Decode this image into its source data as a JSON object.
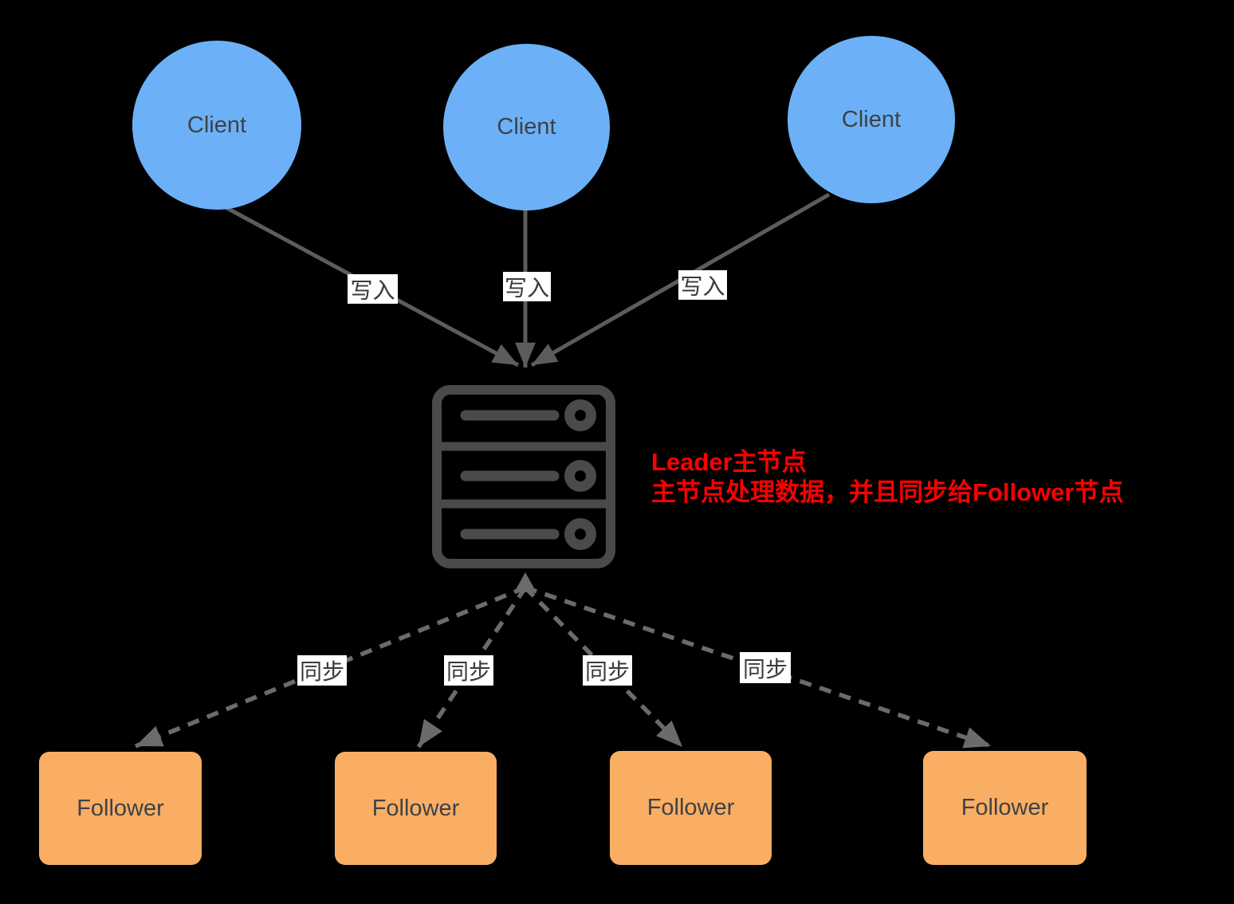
{
  "diagram": {
    "clients": [
      {
        "label": "Client"
      },
      {
        "label": "Client"
      },
      {
        "label": "Client"
      }
    ],
    "write_edges": [
      {
        "label": "写入"
      },
      {
        "label": "写入"
      },
      {
        "label": "写入"
      }
    ],
    "sync_edges": [
      {
        "label": "同步"
      },
      {
        "label": "同步"
      },
      {
        "label": "同步"
      },
      {
        "label": "同步"
      }
    ],
    "followers": [
      {
        "label": "Follower"
      },
      {
        "label": "Follower"
      },
      {
        "label": "Follower"
      },
      {
        "label": "Follower"
      }
    ],
    "leader": {
      "icon": "server-rack-icon",
      "annotation_line1": "Leader主节点",
      "annotation_line2": "主节点处理数据，并且同步给Follower节点"
    },
    "colors": {
      "background": "#000000",
      "client_fill": "#6cb1f7",
      "follower_fill": "#f9ae64",
      "node_text": "#3e4245",
      "solid_arrow": "#5c5c5c",
      "dashed_arrow": "#6b6b6b",
      "server_icon": "#4a4a4a",
      "edge_label_bg": "#ffffff",
      "edge_label_text": "#3a3a3a",
      "annotation_text": "#ff0000"
    }
  }
}
